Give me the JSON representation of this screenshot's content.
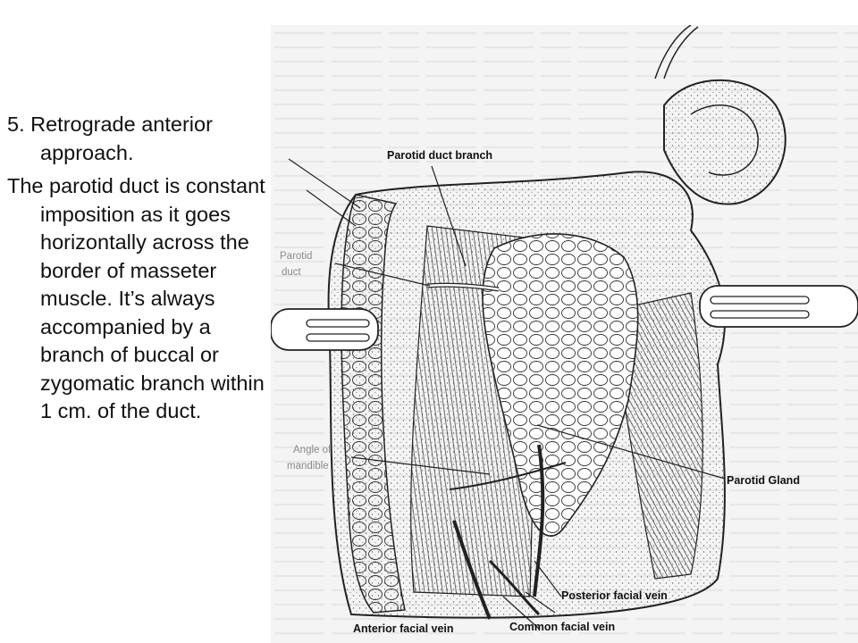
{
  "slide": {
    "heading": "5. Retrograde anterior approach.",
    "body": "The parotid duct is constant imposition as it goes horizontally across the border of masseter muscle. It’s always accompanied by a branch of buccal or zygomatic branch within 1 cm. of the duct."
  },
  "figure": {
    "labels": {
      "parotid_duct_branch": "Parotid duct branch",
      "parotid_duct_line1": "Parotid",
      "parotid_duct_line2": "duct",
      "angle_line1": "Angle of",
      "angle_line2": "mandible",
      "parotid_gland": "Parotid Gland",
      "posterior_facial_vein": "Posterior facial vein",
      "anterior_facial_vein": "Anterior facial vein",
      "common_facial_vein": "Common facial vein"
    }
  }
}
